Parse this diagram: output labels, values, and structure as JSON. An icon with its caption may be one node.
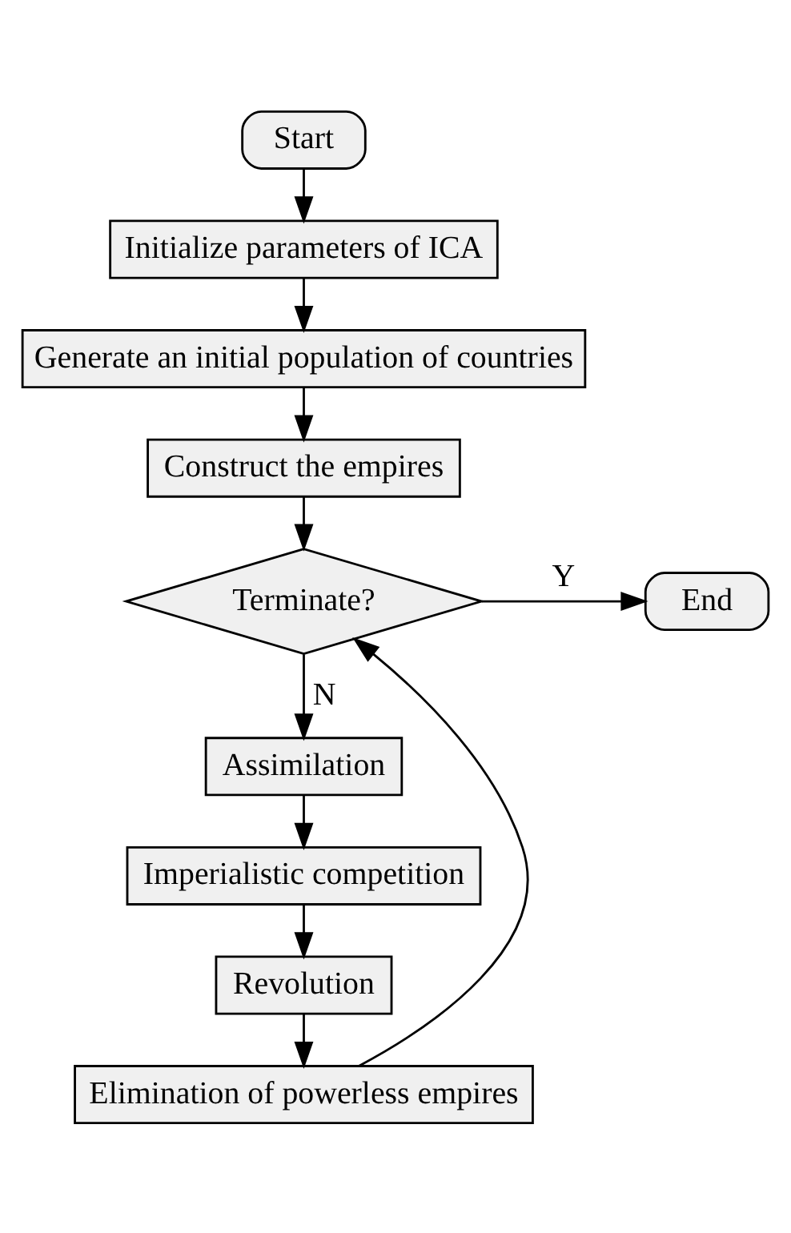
{
  "diagram": {
    "nodes": [
      {
        "text": [
          "Start"
        ]
      },
      {
        "text": [
          "Initialize parameters of ICA"
        ]
      },
      {
        "text": [
          "Generate an initial population of countries"
        ]
      },
      {
        "text": [
          "Construct the empires"
        ]
      },
      {
        "text": [
          "Terminate?"
        ]
      },
      {
        "text": [
          "End"
        ]
      },
      {
        "text": [
          "Assimilation"
        ]
      },
      {
        "text": [
          "Imperialistic competition"
        ]
      },
      {
        "text": [
          "Revolution"
        ]
      },
      {
        "text": [
          "Elimination of powerless empires"
        ]
      }
    ],
    "edges": [
      {
        "from": 0,
        "to": 1,
        "arrow": "to"
      },
      {
        "from": 1,
        "to": 2,
        "arrow": "to"
      },
      {
        "from": 2,
        "to": 3,
        "arrow": "to"
      },
      {
        "from": 3,
        "to": 4,
        "arrow": "to"
      },
      {
        "from": 4,
        "to": 5,
        "arrow": "to",
        "label": "Y"
      },
      {
        "from": 4,
        "to": 6,
        "arrow": "to",
        "label": "N"
      },
      {
        "from": 6,
        "to": 7,
        "arrow": "to"
      },
      {
        "from": 7,
        "to": 8,
        "arrow": "to"
      },
      {
        "from": 8,
        "to": 9,
        "arrow": "to"
      },
      {
        "from": 9,
        "to": 4,
        "arrow": "to"
      }
    ]
  }
}
